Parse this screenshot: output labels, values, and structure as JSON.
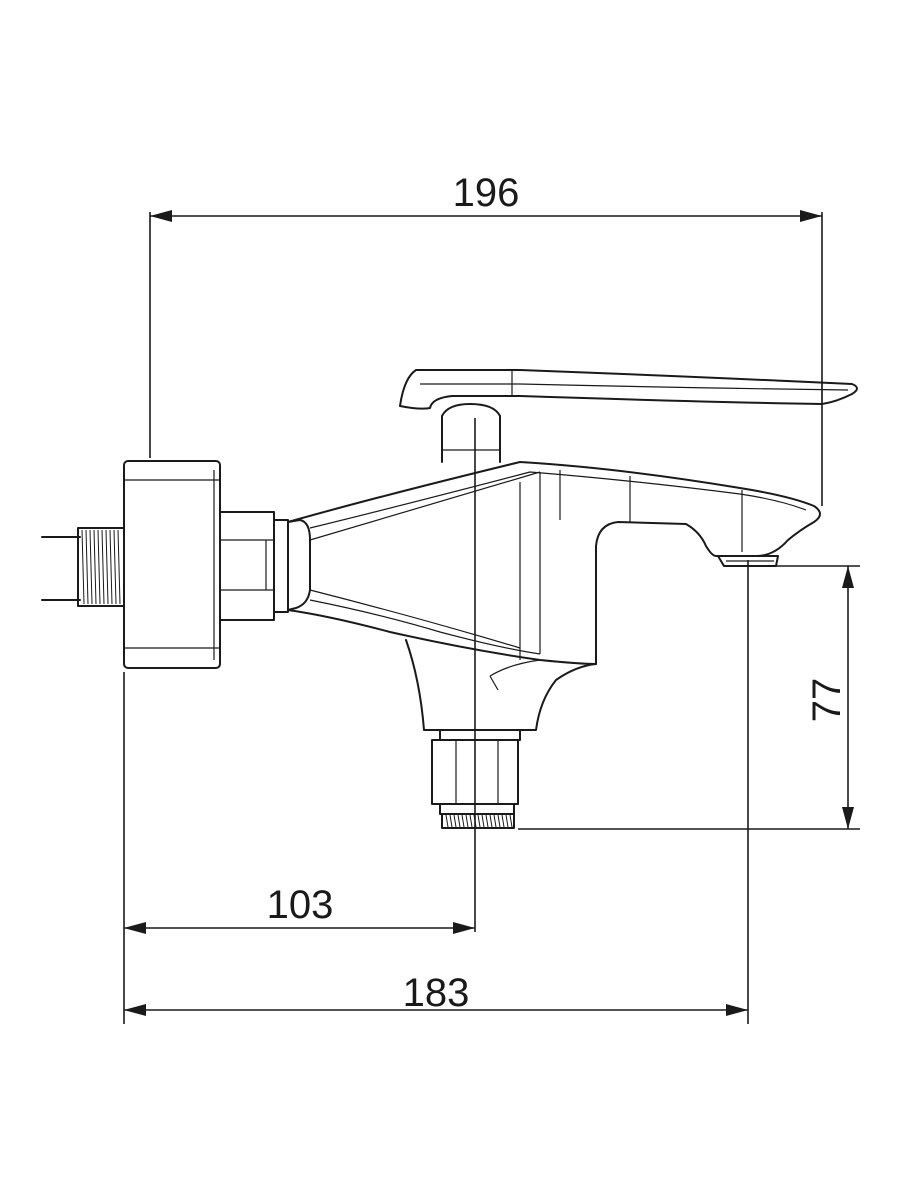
{
  "dimensions": {
    "overall_depth": "196",
    "outlet_offset": "183",
    "body_center_offset": "103",
    "outlet_height": "77"
  },
  "colors": {
    "line": "#1a1a1a",
    "background": "#ffffff"
  }
}
